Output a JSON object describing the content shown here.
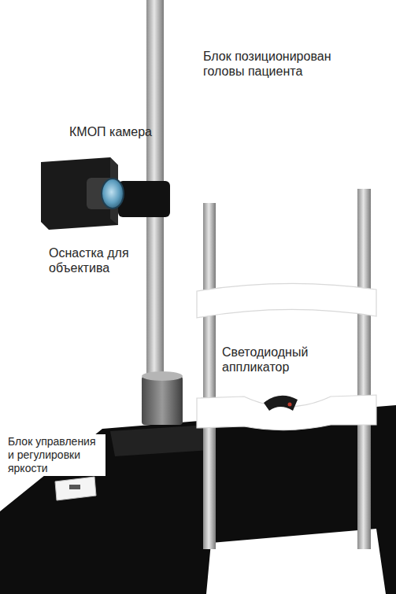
{
  "diagram": {
    "labels": [
      "Блок позиционирован головы пациента",
      "КМОП камера",
      "Оснастка для объектива",
      "Светодиодный аппликатор",
      "Блок управления и регулировки яркости"
    ]
  }
}
